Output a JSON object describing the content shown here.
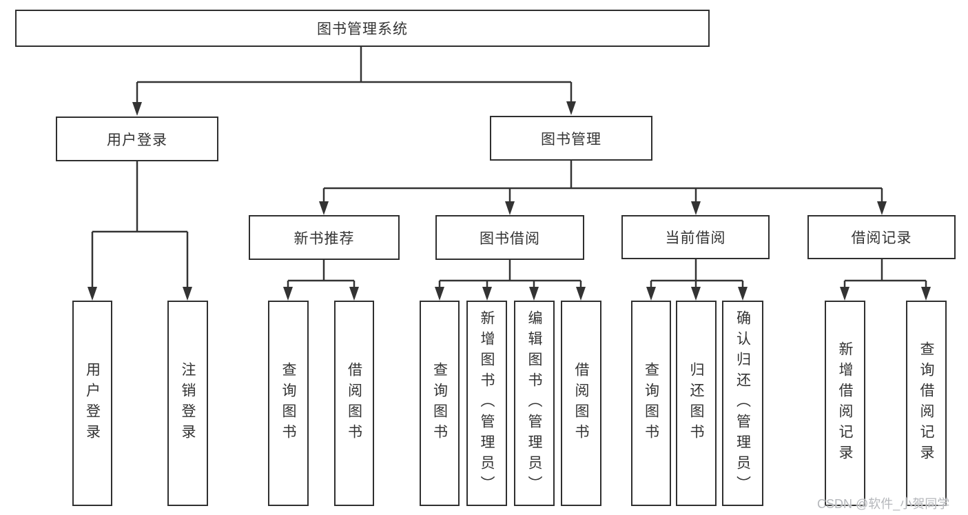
{
  "diagram": {
    "watermark": "CSDN @软件_小贺同学",
    "colors": {
      "line": "#333333",
      "box_border": "#2f2f2f",
      "text": "#333333",
      "background": "#ffffff",
      "watermark": "#b5b7bb"
    },
    "tree": {
      "label": "图书管理系统",
      "children": [
        {
          "label": "用户登录",
          "children": [
            {
              "label": "用户登录"
            },
            {
              "label": "注销登录"
            }
          ]
        },
        {
          "label": "图书管理",
          "children": [
            {
              "label": "新书推荐",
              "children": [
                {
                  "label": "查询图书"
                },
                {
                  "label": "借阅图书"
                }
              ]
            },
            {
              "label": "图书借阅",
              "children": [
                {
                  "label": "查询图书"
                },
                {
                  "label": "新增图书（管理员）"
                },
                {
                  "label": "编辑图书（管理员）"
                },
                {
                  "label": "借阅图书"
                }
              ]
            },
            {
              "label": "当前借阅",
              "children": [
                {
                  "label": "查询图书"
                },
                {
                  "label": "归还图书"
                },
                {
                  "label": "确认归还（管理员）"
                }
              ]
            },
            {
              "label": "借阅记录",
              "children": [
                {
                  "label": "新增借阅记录"
                },
                {
                  "label": "查询借阅记录"
                }
              ]
            }
          ]
        }
      ]
    }
  }
}
